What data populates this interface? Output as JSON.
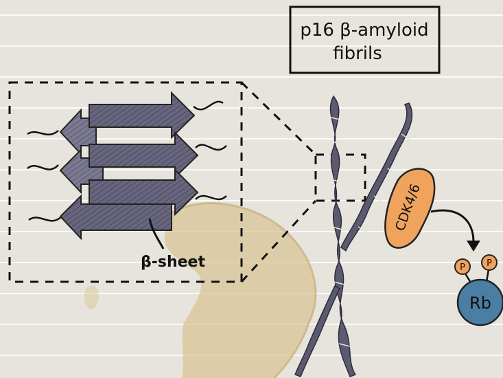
{
  "title_lines": [
    "p16 β-amyloid",
    "fibrils"
  ],
  "labels": {
    "beta_sheet": "β-sheet",
    "enzyme": "CDK4/6",
    "protein": "Rb",
    "phosphate": "P"
  },
  "colors": {
    "paper": "#e6e4dd",
    "ruled_line": "#ffffff",
    "stain": "#d8c595",
    "strand_fill": "#67667e",
    "strand_dark": "#3e3e52",
    "fibril": "#5b5a70",
    "enzyme": "#f0a35c",
    "rb": "#4a7ea3",
    "phosphate": "#f0a35c",
    "ink": "#111111"
  }
}
